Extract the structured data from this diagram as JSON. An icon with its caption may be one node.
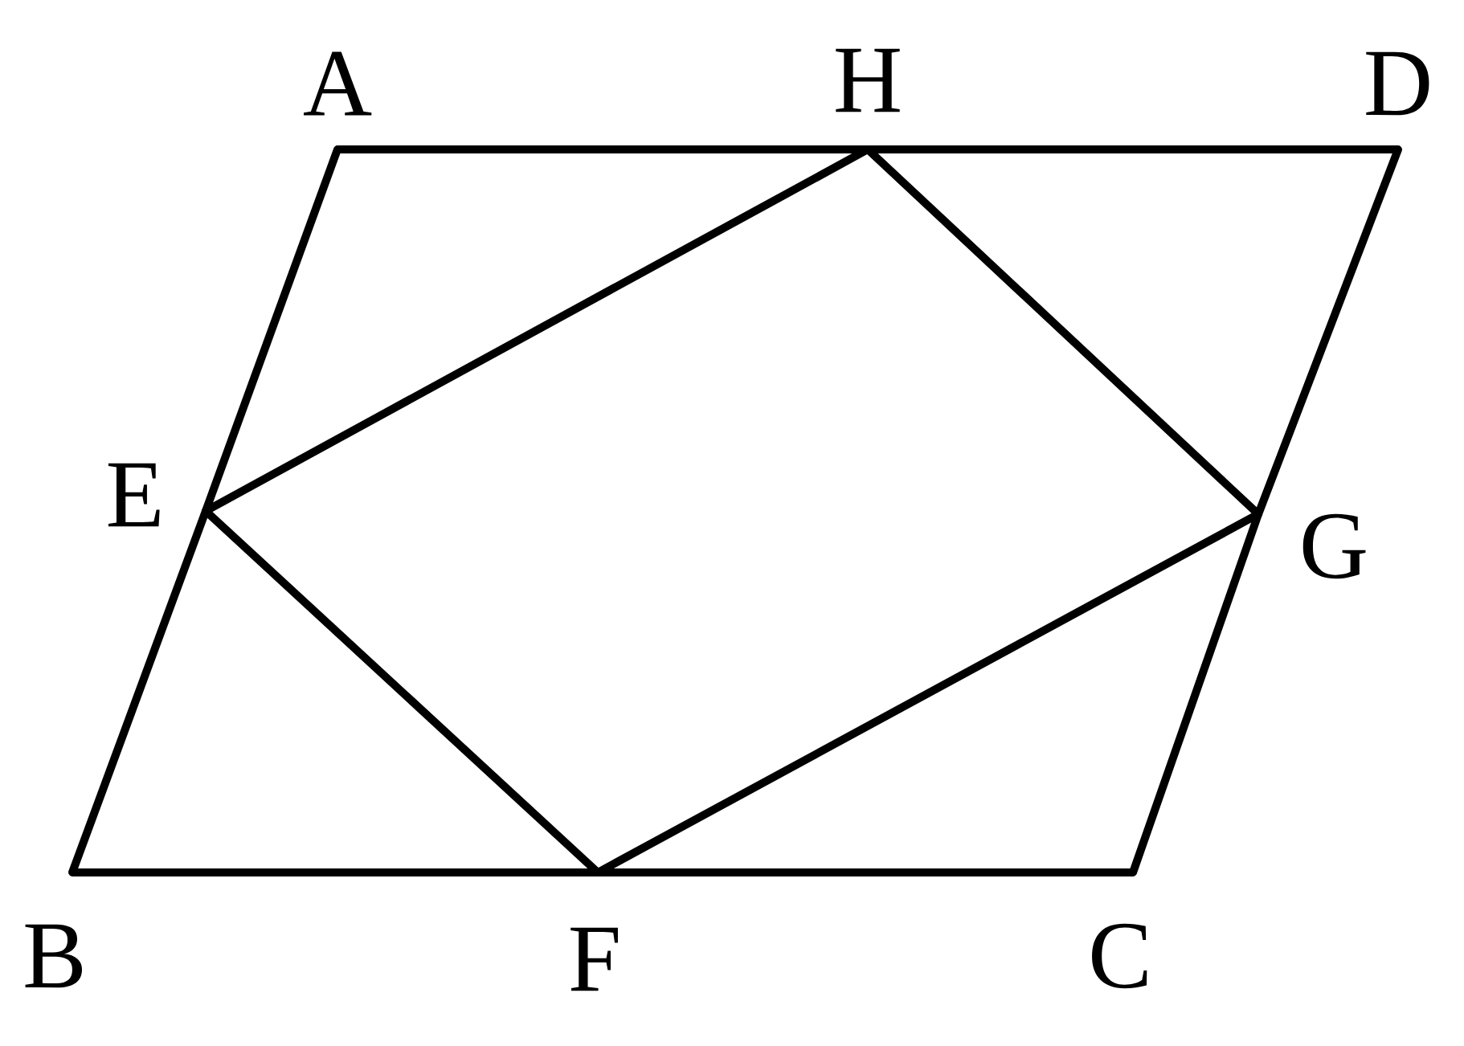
{
  "diagram": {
    "nodes": [
      {
        "text": [
          "A"
        ]
      },
      {
        "text": [
          "H"
        ]
      },
      {
        "text": [
          "D"
        ]
      },
      {
        "text": [
          "E"
        ]
      },
      {
        "text": [
          "G"
        ]
      },
      {
        "text": [
          "B"
        ]
      },
      {
        "text": [
          "F"
        ]
      },
      {
        "text": [
          "C"
        ]
      }
    ],
    "edges": [
      {
        "from": 0,
        "to": 1,
        "arrow": "none"
      },
      {
        "from": 1,
        "to": 2,
        "arrow": "none"
      },
      {
        "from": 0,
        "to": 3,
        "arrow": "none"
      },
      {
        "from": 3,
        "to": 5,
        "arrow": "none"
      },
      {
        "from": 2,
        "to": 4,
        "arrow": "none"
      },
      {
        "from": 4,
        "to": 7,
        "arrow": "none"
      },
      {
        "from": 5,
        "to": 6,
        "arrow": "none"
      },
      {
        "from": 6,
        "to": 7,
        "arrow": "none"
      },
      {
        "from": 3,
        "to": 1,
        "arrow": "none"
      },
      {
        "from": 1,
        "to": 4,
        "arrow": "none"
      },
      {
        "from": 3,
        "to": 6,
        "arrow": "none"
      },
      {
        "from": 6,
        "to": 4,
        "arrow": "none"
      }
    ]
  }
}
